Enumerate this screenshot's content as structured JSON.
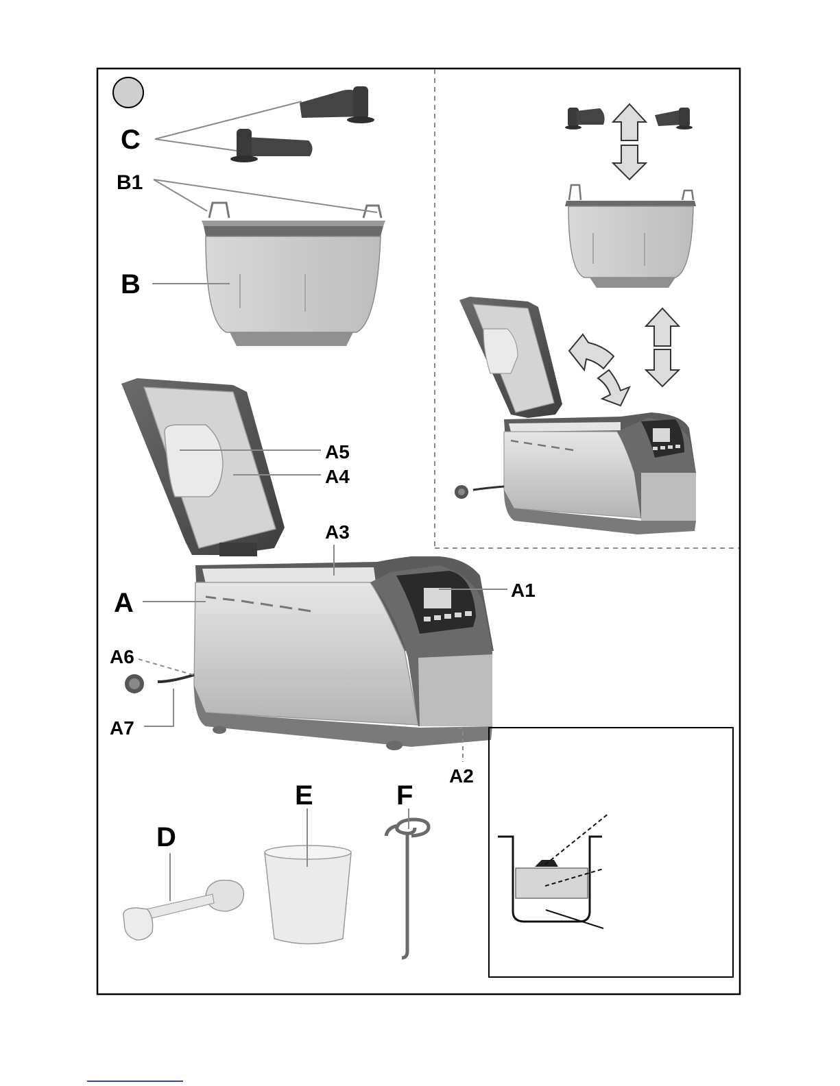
{
  "labels": {
    "C": "C",
    "B1": "B1",
    "B": "B",
    "A5": "A5",
    "A4": "A4",
    "A3": "A3",
    "A1": "A1",
    "A": "A",
    "A6": "A6",
    "A7": "A7",
    "A2": "A2",
    "D": "D",
    "E": "E",
    "F": "F"
  },
  "colors": {
    "frame": "#000000",
    "leader": "#8a8a8a",
    "body_metal": "#c9c9c9",
    "body_dark": "#5a5a5a",
    "pan": "#bdbdbd",
    "paddle": "#3d3d3d",
    "arrow_fill": "#dcdcdc",
    "link": "#2b3fd0"
  }
}
